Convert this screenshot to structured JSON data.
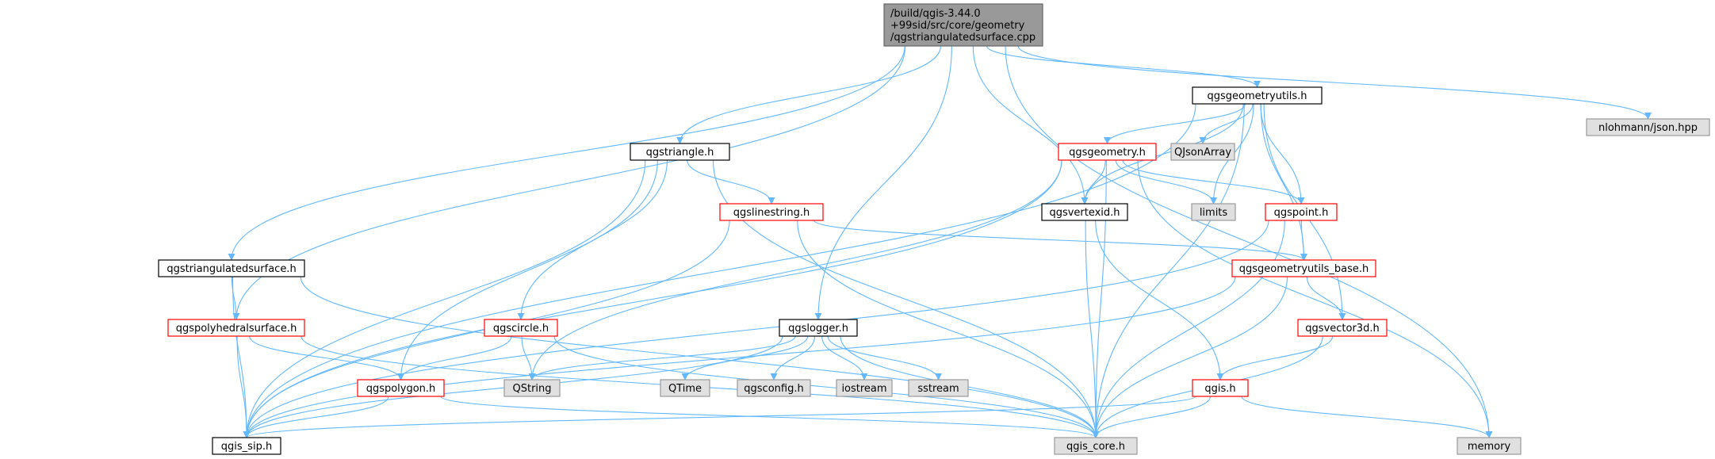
{
  "graph": {
    "colors": {
      "edge": "#63b8ff",
      "root_fill": "#999999",
      "root_border": "#666666",
      "normal_fill": "#ffffff",
      "normal_border": "#000000",
      "truncated_fill": "#ffffff",
      "truncated_border": "#ff0000",
      "external_fill": "#e0e0e0",
      "external_border": "#999999",
      "text": "#000000"
    },
    "nodes": [
      {
        "id": "root",
        "label_lines": [
          "/build/qgis-3.44.0",
          "+99sid/src/core/geometry",
          "/qgstriangulatedsurface.cpp"
        ],
        "kind": "root"
      },
      {
        "id": "qgsgeometryutils",
        "label_lines": [
          "qgsgeometryutils.h"
        ],
        "kind": "normal"
      },
      {
        "id": "nlohmann",
        "label_lines": [
          "nlohmann/json.hpp"
        ],
        "kind": "external"
      },
      {
        "id": "qgstriangle",
        "label_lines": [
          "qgstriangle.h"
        ],
        "kind": "normal"
      },
      {
        "id": "qgsgeometry",
        "label_lines": [
          "qgsgeometry.h"
        ],
        "kind": "truncated"
      },
      {
        "id": "qjsonarray",
        "label_lines": [
          "QJsonArray"
        ],
        "kind": "external"
      },
      {
        "id": "qgslinestring",
        "label_lines": [
          "qgslinestring.h"
        ],
        "kind": "truncated"
      },
      {
        "id": "qgsvertexid",
        "label_lines": [
          "qgsvertexid.h"
        ],
        "kind": "normal"
      },
      {
        "id": "limits",
        "label_lines": [
          "limits"
        ],
        "kind": "external"
      },
      {
        "id": "qgspoint",
        "label_lines": [
          "qgspoint.h"
        ],
        "kind": "truncated"
      },
      {
        "id": "qgstriangulatedsurface",
        "label_lines": [
          "qgstriangulatedsurface.h"
        ],
        "kind": "normal"
      },
      {
        "id": "qgsgeometryutils_base",
        "label_lines": [
          "qgsgeometryutils_base.h"
        ],
        "kind": "truncated"
      },
      {
        "id": "qgspolyhedralsurface",
        "label_lines": [
          "qgspolyhedralsurface.h"
        ],
        "kind": "truncated"
      },
      {
        "id": "qgscircle",
        "label_lines": [
          "qgscircle.h"
        ],
        "kind": "truncated"
      },
      {
        "id": "qgslogger",
        "label_lines": [
          "qgslogger.h"
        ],
        "kind": "normal"
      },
      {
        "id": "qgsvector3d",
        "label_lines": [
          "qgsvector3d.h"
        ],
        "kind": "truncated"
      },
      {
        "id": "qgspolygon",
        "label_lines": [
          "qgspolygon.h"
        ],
        "kind": "truncated"
      },
      {
        "id": "qstring",
        "label_lines": [
          "QString"
        ],
        "kind": "external"
      },
      {
        "id": "qtime",
        "label_lines": [
          "QTime"
        ],
        "kind": "external"
      },
      {
        "id": "qgsconfig",
        "label_lines": [
          "qgsconfig.h"
        ],
        "kind": "external"
      },
      {
        "id": "iostream",
        "label_lines": [
          "iostream"
        ],
        "kind": "external"
      },
      {
        "id": "sstream",
        "label_lines": [
          "sstream"
        ],
        "kind": "external"
      },
      {
        "id": "qgis",
        "label_lines": [
          "qgis.h"
        ],
        "kind": "truncated"
      },
      {
        "id": "qgis_sip",
        "label_lines": [
          "qgis_sip.h"
        ],
        "kind": "normal"
      },
      {
        "id": "qgis_core",
        "label_lines": [
          "qgis_core.h"
        ],
        "kind": "external"
      },
      {
        "id": "memory",
        "label_lines": [
          "memory"
        ],
        "kind": "external"
      }
    ],
    "edges": [
      [
        "root",
        "qgsgeometryutils"
      ],
      [
        "root",
        "nlohmann"
      ],
      [
        "root",
        "qgstriangle"
      ],
      [
        "root",
        "qgsvertexid"
      ],
      [
        "root",
        "qgslogger"
      ],
      [
        "root",
        "qgstriangulatedsurface"
      ],
      [
        "root",
        "qgspolyhedralsurface"
      ],
      [
        "root",
        "memory"
      ],
      [
        "qgsgeometryutils",
        "qgsgeometry"
      ],
      [
        "qgsgeometryutils",
        "qjsonarray"
      ],
      [
        "qgsgeometryutils",
        "qgsvertexid"
      ],
      [
        "qgsgeometryutils",
        "limits"
      ],
      [
        "qgsgeometryutils",
        "qgspoint"
      ],
      [
        "qgsgeometryutils",
        "qgsgeometryutils_base"
      ],
      [
        "qgsgeometryutils",
        "qgsvector3d"
      ],
      [
        "qgsgeometryutils",
        "qgis_core"
      ],
      [
        "qgsgeometryutils",
        "qgis_sip"
      ],
      [
        "qgstriangle",
        "qgslinestring"
      ],
      [
        "qgstriangle",
        "qgscircle"
      ],
      [
        "qgstriangle",
        "qgspolygon"
      ],
      [
        "qgstriangle",
        "qgis_core"
      ],
      [
        "qgstriangle",
        "qgis_sip"
      ],
      [
        "qgsgeometry",
        "qgsvertexid"
      ],
      [
        "qgsgeometry",
        "limits"
      ],
      [
        "qgsgeometry",
        "qgspoint"
      ],
      [
        "qgsgeometry",
        "memory"
      ],
      [
        "qgsgeometry",
        "qgis_core"
      ],
      [
        "qgsgeometry",
        "qstring"
      ],
      [
        "qgsgeometry",
        "qgis_sip"
      ],
      [
        "qgslinestring",
        "qgsgeometryutils_base"
      ],
      [
        "qgslinestring",
        "qgis_core"
      ],
      [
        "qgslinestring",
        "qgis_sip"
      ],
      [
        "qgsvertexid",
        "qgis"
      ],
      [
        "qgsvertexid",
        "qgis_core"
      ],
      [
        "qgspoint",
        "qgsgeometryutils_base"
      ],
      [
        "qgspoint",
        "qgis_core"
      ],
      [
        "qgspoint",
        "qgis_sip"
      ],
      [
        "qgsgeometryutils_base",
        "qgsvector3d"
      ],
      [
        "qgsgeometryutils_base",
        "qgis_core"
      ],
      [
        "qgsgeometryutils_base",
        "qgis_sip"
      ],
      [
        "qgstriangulatedsurface",
        "qgspolyhedralsurface"
      ],
      [
        "qgstriangulatedsurface",
        "qgis_core"
      ],
      [
        "qgstriangulatedsurface",
        "qgis_sip"
      ],
      [
        "qgspolyhedralsurface",
        "qgspolygon"
      ],
      [
        "qgspolyhedralsurface",
        "qgis_core"
      ],
      [
        "qgspolyhedralsurface",
        "qgis_sip"
      ],
      [
        "qgscircle",
        "qgspolygon"
      ],
      [
        "qgscircle",
        "qstring"
      ],
      [
        "qgscircle",
        "qgis_core"
      ],
      [
        "qgslogger",
        "qstring"
      ],
      [
        "qgslogger",
        "qtime"
      ],
      [
        "qgslogger",
        "qgsconfig"
      ],
      [
        "qgslogger",
        "iostream"
      ],
      [
        "qgslogger",
        "sstream"
      ],
      [
        "qgslogger",
        "qgis_core"
      ],
      [
        "qgslogger",
        "qgis_sip"
      ],
      [
        "qgsvector3d",
        "qgis"
      ],
      [
        "qgsvector3d",
        "qgis_core"
      ],
      [
        "qgspolygon",
        "qgis_core"
      ],
      [
        "qgspolygon",
        "qgis_sip"
      ],
      [
        "qgis",
        "qgis_sip"
      ],
      [
        "qgis",
        "qgis_core"
      ],
      [
        "qgis",
        "memory"
      ]
    ]
  }
}
